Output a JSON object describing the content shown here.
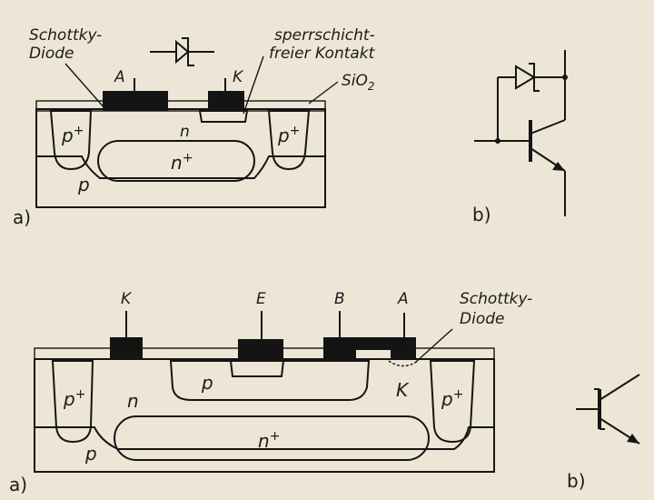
{
  "figure_top": {
    "part_a": "a)",
    "part_b": "b)",
    "schottky_line1": "Schottky-",
    "schottky_line2": "Diode",
    "contact_line1": "sperrschicht-",
    "contact_line2": "freier Kontakt",
    "oxide": "SiO",
    "oxide_sub": "2",
    "anode": "A",
    "cathode": "K",
    "n_region": "n",
    "p_substrate": "p",
    "p_plus_left": "p",
    "p_plus_right": "p",
    "plus": "+",
    "n_plus": "n",
    "n_plus_sup": "+"
  },
  "figure_bottom": {
    "part_a": "a)",
    "part_b": "b)",
    "schottky_line1": "Schottky-",
    "schottky_line2": "Diode",
    "terminal_k": "K",
    "terminal_e": "E",
    "terminal_b": "B",
    "terminal_a": "A",
    "p_base": "p",
    "n_region": "n",
    "k_inner": "K",
    "p_substrate": "p",
    "p_plus_left": "p",
    "p_plus_right": "p",
    "plus": "+",
    "n_plus": "n",
    "n_plus_sup": "+"
  },
  "colors": {
    "paper": "#ede6d6",
    "ink": "#151515"
  }
}
